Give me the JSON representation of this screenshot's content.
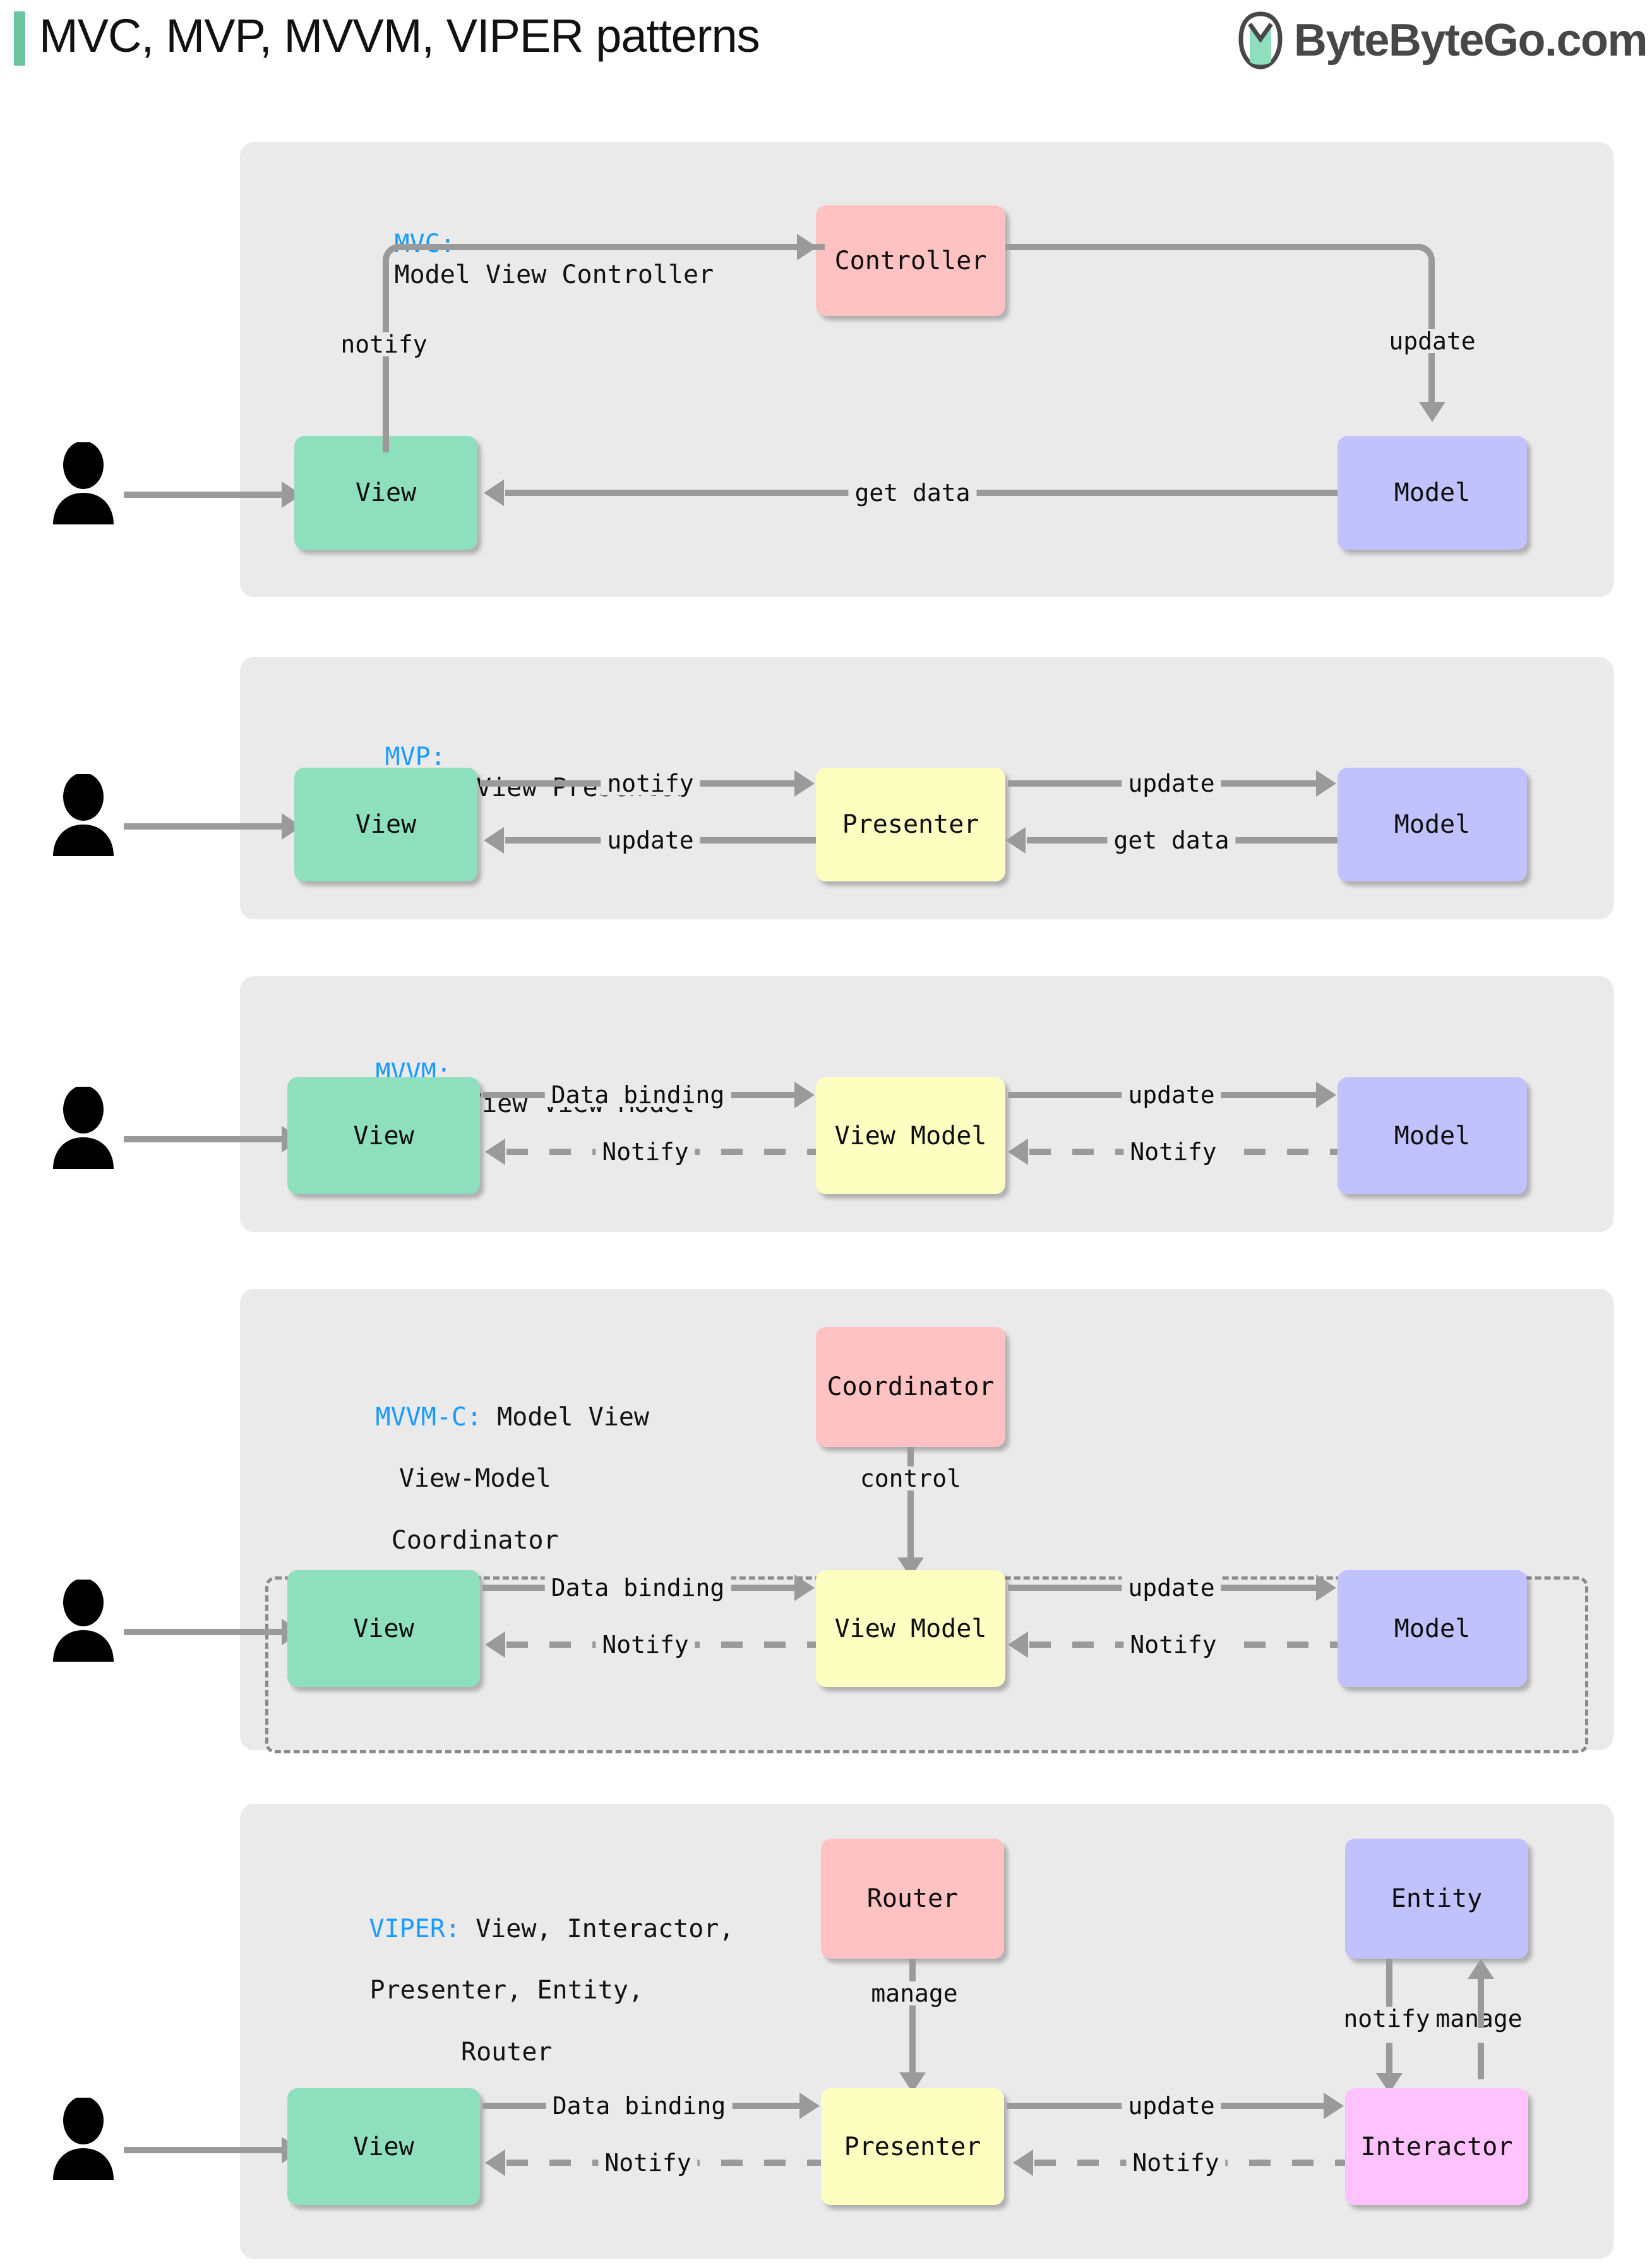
{
  "header": {
    "title": "MVC, MVP, MVVM, VIPER patterns",
    "brand_text": "ByteByteGo.com",
    "accent_color": "#6ac5a0",
    "brand_color": "#474747"
  },
  "palette": {
    "panel_bg": "#eaeaea",
    "green": "#8ddfbd",
    "pink": "#ffc2c2",
    "purple": "#c1c1fd",
    "yellow": "#fdffc1",
    "magenta": "#ffc2fc",
    "connector": "#9a9a9a",
    "key_color": "#1c9bff"
  },
  "sections": [
    {
      "key": "MVC:",
      "expansion": "Model View Controller",
      "nodes": {
        "view": "View",
        "controller": "Controller",
        "model": "Model"
      },
      "edges": {
        "notify": "notify",
        "update": "update",
        "get_data": "get data"
      }
    },
    {
      "key": "MVP:",
      "expansion": "Model View Presenter",
      "nodes": {
        "view": "View",
        "presenter": "Presenter",
        "model": "Model"
      },
      "edges": {
        "notify": "notify",
        "update_left": "update",
        "update_right": "update",
        "get_data": "get data"
      }
    },
    {
      "key": "MVVM:",
      "expansion": "Model View View-Model",
      "nodes": {
        "view": "View",
        "view_model": "View Model",
        "model": "Model"
      },
      "edges": {
        "data_binding": "Data binding",
        "notify_left": "Notify",
        "update": "update",
        "notify_right": "Notify"
      }
    },
    {
      "key": "MVVM-C:",
      "expansion_line1": "Model View",
      "expansion_line2": "View-Model",
      "expansion_line3": "Coordinator",
      "nodes": {
        "coordinator": "Coordinator",
        "view": "View",
        "view_model": "View Model",
        "model": "Model"
      },
      "edges": {
        "control": "control",
        "data_binding": "Data binding",
        "notify_left": "Notify",
        "update": "update",
        "notify_right": "Notify"
      }
    },
    {
      "key": "VIPER:",
      "expansion_line1": "View, Interactor,",
      "expansion_line2": "Presenter, Entity,",
      "expansion_line3": "Router",
      "nodes": {
        "router": "Router",
        "entity": "Entity",
        "view": "View",
        "presenter": "Presenter",
        "interactor": "Interactor"
      },
      "edges": {
        "manage_router": "manage",
        "notify_entity": "notify",
        "manage_entity": "manage",
        "data_binding": "Data binding",
        "notify_left": "Notify",
        "update": "update",
        "notify_right": "Notify"
      }
    }
  ]
}
